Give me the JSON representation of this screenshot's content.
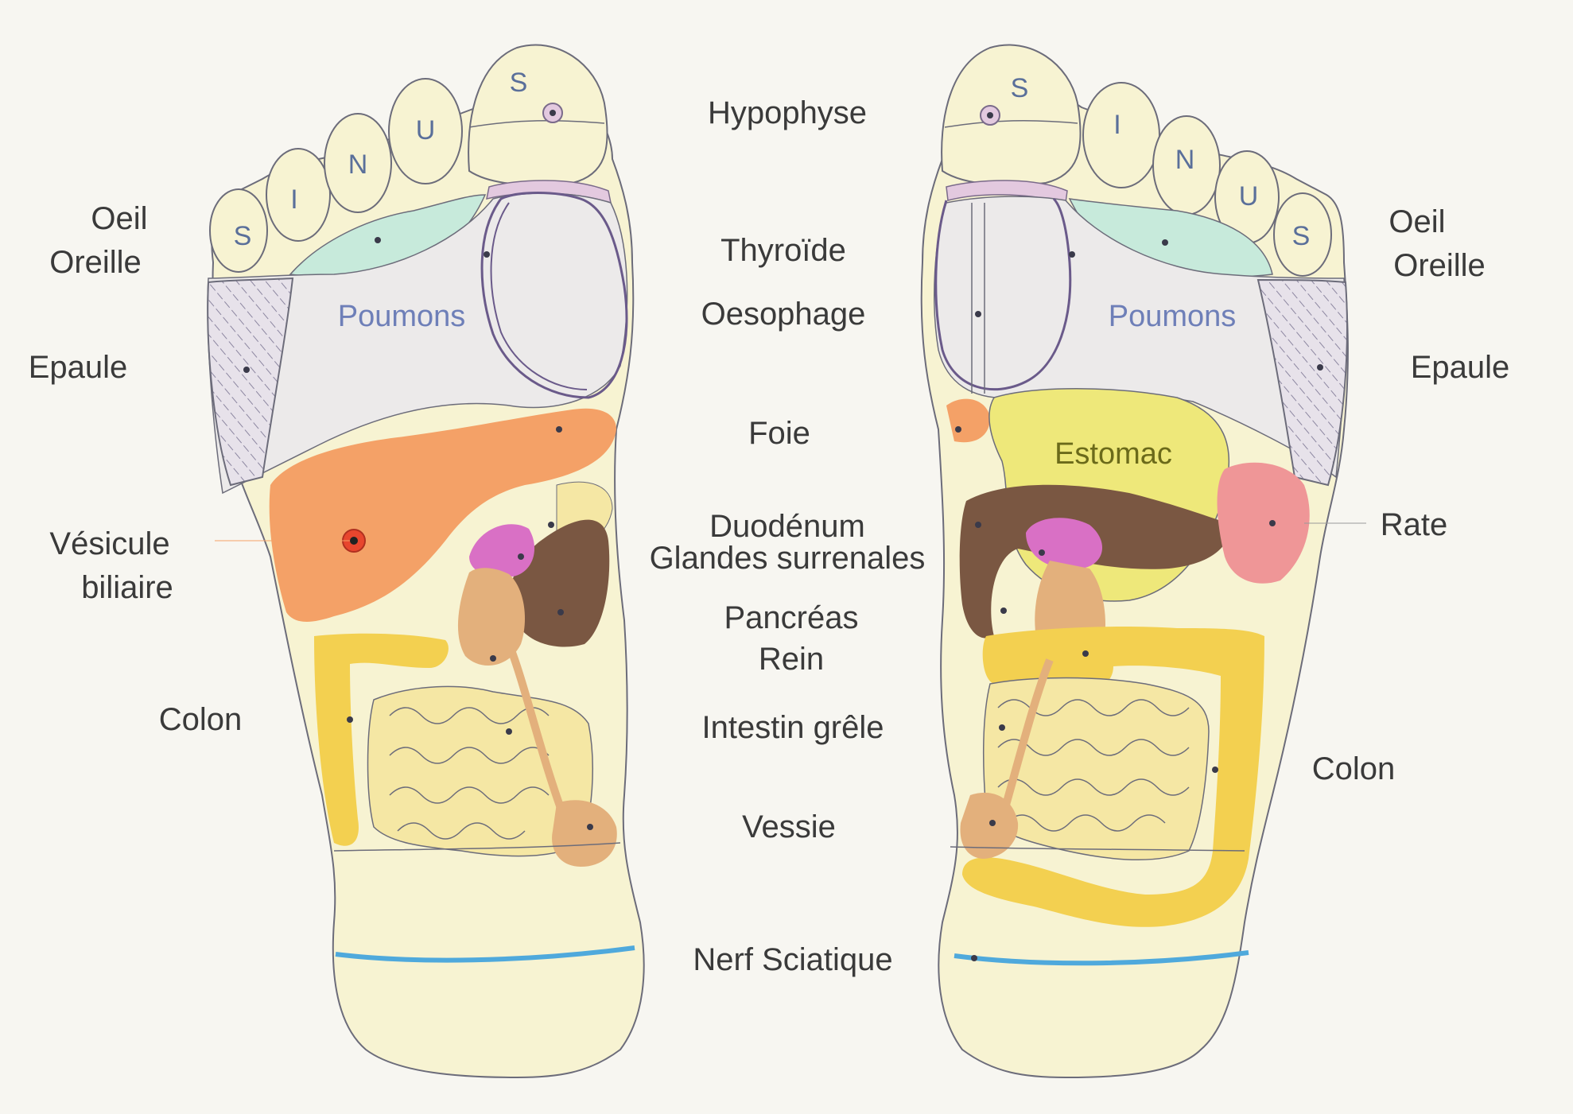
{
  "toe_letters_left": [
    "S",
    "I",
    "N",
    "U",
    "S"
  ],
  "toe_letters_right": [
    "S",
    "I",
    "N",
    "U",
    "S"
  ],
  "center_labels": {
    "hypophyse": "Hypophyse",
    "thyroide": "Thyroïde",
    "oesophage": "Oesophage",
    "foie": "Foie",
    "duodenum": "Duodénum",
    "glandes": "Glandes surrenales",
    "pancreas": "Pancréas",
    "rein": "Rein",
    "intestin": "Intestin grêle",
    "vessie": "Vessie",
    "nerf": "Nerf Sciatique"
  },
  "left_labels": {
    "oeil": "Oeil",
    "oreille": "Oreille",
    "epaule": "Epaule",
    "vesicule": "Vésicule",
    "biliaire": "biliaire",
    "colon": "Colon"
  },
  "right_labels": {
    "oeil": "Oeil",
    "oreille": "Oreille",
    "epaule": "Epaule",
    "rate": "Rate",
    "colon": "Colon"
  },
  "inner_labels": {
    "poumons_left": "Poumons",
    "poumons_right": "Poumons",
    "estomac": "Estomac"
  },
  "colors": {
    "skin": "#f7f3d2",
    "lungs": "#eceaea",
    "liver": "#f4a167",
    "colon": "#f3d050",
    "intestine": "#f5e7a4",
    "stomach": "#eee87a",
    "spleen": "#ef9697",
    "adrenal": "#d970c5",
    "kidney": "#e3b07c",
    "pancreas": "#7a5742",
    "sciatic": "#4fa9dc",
    "eye_ear": "#c7eadb",
    "thyroid": "#e3c9df"
  }
}
